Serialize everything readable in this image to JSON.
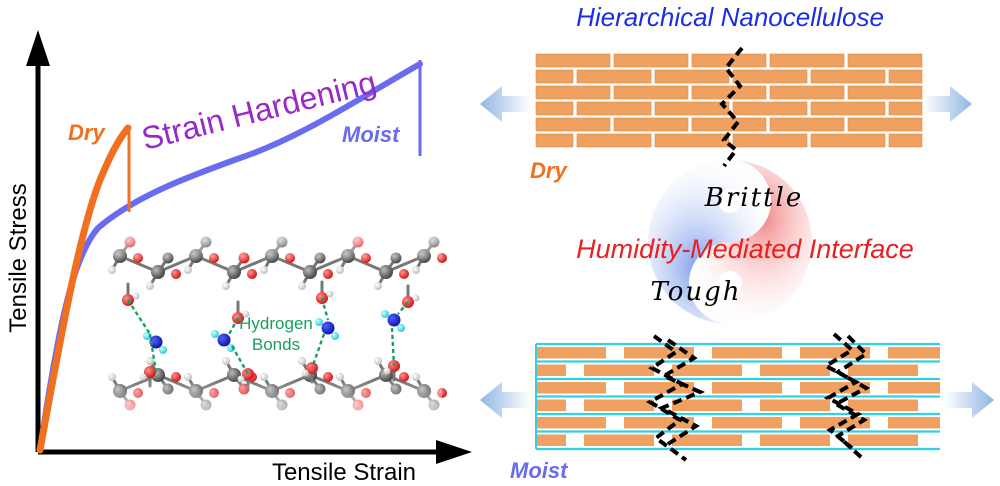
{
  "graph": {
    "y_axis_label": "Tensile Stress",
    "x_axis_label": "Tensile Strain",
    "curve_dry_label": "Dry",
    "curve_moist_label": "Moist",
    "annotation": "Strain Hardening",
    "bond_label_line1": "Hydrogen",
    "bond_label_line2": "Bonds"
  },
  "schematic": {
    "top_title": "Hierarchical Nanocellulose",
    "top_state": "Dry",
    "center_title": "Humidity-Mediated Interface",
    "brittle_label": "Brittle",
    "tough_label": "Tough",
    "bottom_state": "Moist"
  },
  "colors": {
    "dry": "#f07020",
    "moist": "#6a6cf0",
    "hardening": "#9a28c8",
    "title_blue": "#1a2ee6",
    "interface_red": "#e82020",
    "brick": "#f0a060",
    "brick_edge": "#d07030",
    "water": "#30d0e8",
    "hbond": "#18a060",
    "arrow": "#a0c0e0"
  }
}
